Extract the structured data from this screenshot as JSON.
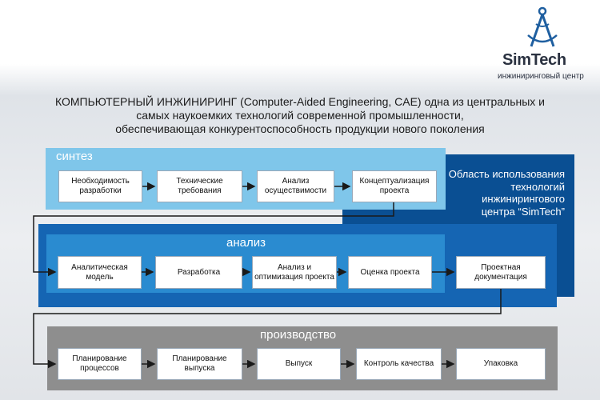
{
  "logo": {
    "name": "SimTech",
    "subtitle": "инжиниринговый центр"
  },
  "headline": [
    "КОМПЬЮТЕРНЫЙ ИНЖИНИРИНГ (Computer-Aided Engineering, CAE) одна из центральных и",
    "самых наукоемких технологий современной промышленности,",
    "обеспечивающая конкурентоспособность продукции нового поколения"
  ],
  "region_label": "Область использования технологий инжинирингового центра “SimTech”",
  "stages": {
    "synthesis": {
      "title": "синтез",
      "color": "#7fc6ea",
      "steps": [
        "Необходимость разработки",
        "Технические требования",
        "Анализ осуществимости",
        "Концептуализация проекта"
      ]
    },
    "analysis": {
      "title": "анализ",
      "color": "#2a8bd0",
      "steps": [
        "Аналитическая модель",
        "Разработка",
        "Анализ и оптимизация проекта",
        "Оценка проекта",
        "Проектная документация"
      ]
    },
    "production": {
      "title": "производство",
      "color": "#8e8e8e",
      "steps": [
        "Планирование процессов",
        "Планирование выпуска",
        "Выпуск",
        "Контроль качества",
        "Упаковка"
      ]
    }
  },
  "colors": {
    "region": "#0a4f93",
    "analysis_outer": "#1565b3",
    "box_border": "#9aa8b8",
    "arrow": "#1a1a1a"
  }
}
